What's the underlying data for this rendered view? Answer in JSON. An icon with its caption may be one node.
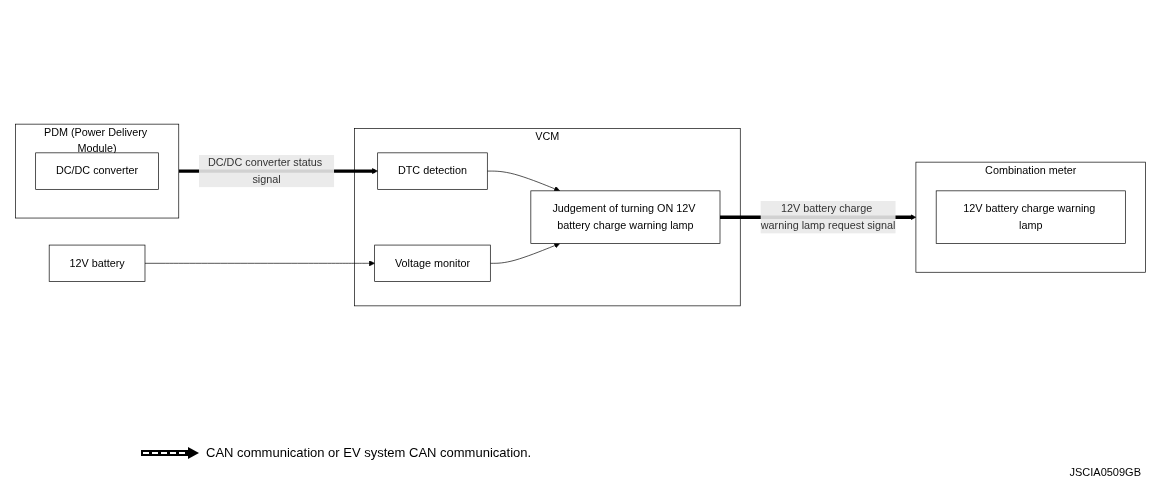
{
  "diagram": {
    "nodes": [
      {
        "text": [
          "12V battery"
        ]
      },
      {
        "text": [
          "VCM"
        ]
      },
      {
        "text": [
          "Voltage monitor"
        ],
        "in": 1
      },
      {
        "text": [
          "PDM (Power Delivery Module)"
        ]
      },
      {
        "text": [
          "DC/DC converter"
        ],
        "in": 3
      },
      {
        "text": [
          "DTC detection"
        ],
        "in": 1
      },
      {
        "text": [
          "Judgement of turning ON 12V battery charge warning lamp"
        ],
        "in": 1
      },
      {
        "text": [
          "Combination meter"
        ]
      },
      {
        "text": [
          "12V battery charge warning lamp"
        ],
        "in": 7
      }
    ],
    "edges": [
      {
        "from": 0,
        "to": 2,
        "arrow": "to"
      },
      {
        "from": 3,
        "to": 5,
        "arrow": "to",
        "label": "DC/DC converter status signal",
        "style": "thick"
      },
      {
        "from": 5,
        "to": 6,
        "arrow": "to"
      },
      {
        "from": 2,
        "to": 6,
        "arrow": "to"
      },
      {
        "from": 6,
        "to": 7,
        "arrow": "to",
        "label": "12V battery charge warning lamp request signal",
        "style": "thick"
      }
    ],
    "labels": [
      "JSCIA0509GB"
    ],
    "legend": [
      {
        "text": "CAN communication or EV system CAN communication."
      }
    ]
  }
}
